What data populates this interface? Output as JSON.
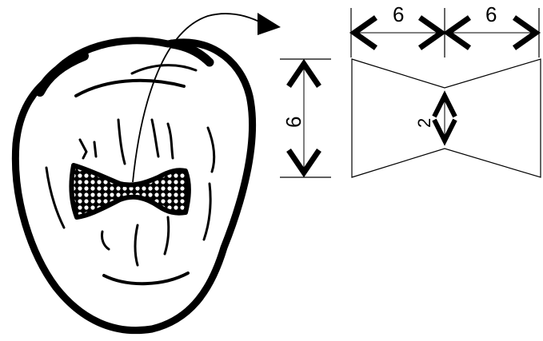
{
  "dimensions": {
    "top_left_width": "6",
    "top_right_width": "6",
    "left_height": "6",
    "isthmus_width": "2"
  },
  "colors": {
    "ink": "#000000",
    "background": "#ffffff"
  },
  "icons": {
    "tooth": "tooth-occlusal-view-icon",
    "restoration": "dovetail-cavity-preparation-icon",
    "arrow": "curved-arrow-icon"
  }
}
